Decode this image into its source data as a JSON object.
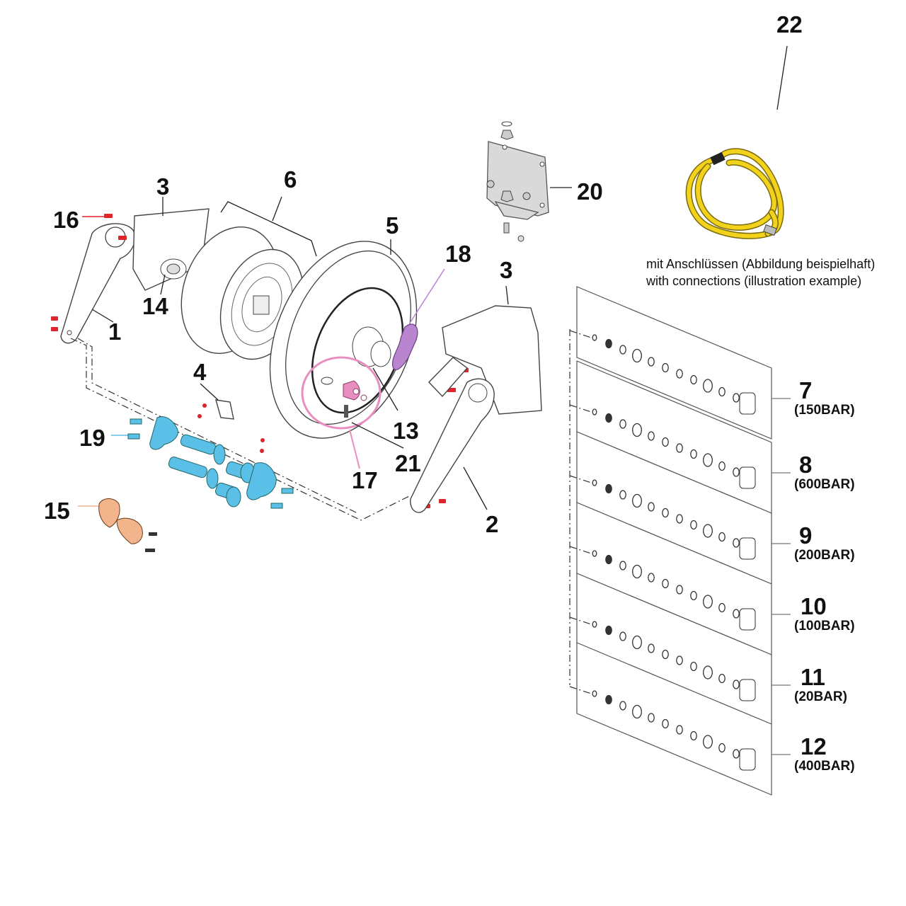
{
  "diagram": {
    "title_callout": "22",
    "hose_note": {
      "line_de": "mit Anschlüssen (Abbildung beispielhaft)",
      "line_en": "with connections (illustration example)"
    },
    "callouts": [
      {
        "id": "c1",
        "label": "1"
      },
      {
        "id": "c2",
        "label": "2"
      },
      {
        "id": "c3a",
        "label": "3"
      },
      {
        "id": "c3b",
        "label": "3"
      },
      {
        "id": "c4",
        "label": "4"
      },
      {
        "id": "c5",
        "label": "5"
      },
      {
        "id": "c6",
        "label": "6"
      },
      {
        "id": "c13",
        "label": "13"
      },
      {
        "id": "c14",
        "label": "14"
      },
      {
        "id": "c15",
        "label": "15"
      },
      {
        "id": "c16",
        "label": "16"
      },
      {
        "id": "c17",
        "label": "17"
      },
      {
        "id": "c18",
        "label": "18"
      },
      {
        "id": "c19",
        "label": "19"
      },
      {
        "id": "c20",
        "label": "20"
      },
      {
        "id": "c21",
        "label": "21"
      }
    ],
    "swivel_variants": [
      {
        "label": "7",
        "pressure": "(150BAR)"
      },
      {
        "label": "8",
        "pressure": "(600BAR)"
      },
      {
        "label": "9",
        "pressure": "(200BAR)"
      },
      {
        "label": "10",
        "pressure": "(100BAR)"
      },
      {
        "label": "11",
        "pressure": "(20BAR)"
      },
      {
        "label": "12",
        "pressure": "(400BAR)"
      }
    ],
    "colors": {
      "screws_red": "#e0242c",
      "feet_blue": "#5bc0e8",
      "guide_orange": "#f2b48a",
      "ratchet_purple": "#b985cf",
      "pawl_pink": "#e98fbf",
      "hose_yellow": "#f3d21b",
      "bracket_grey": "#d6d6d6"
    }
  }
}
